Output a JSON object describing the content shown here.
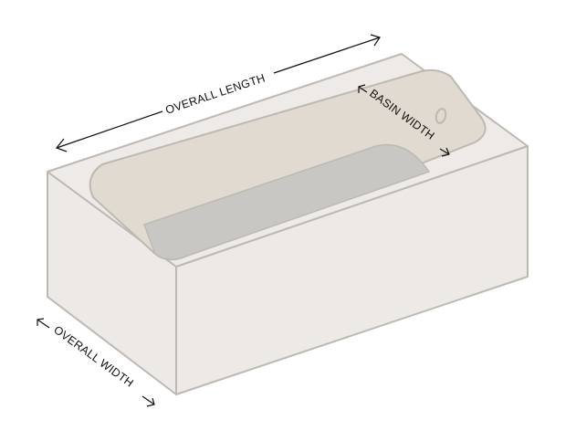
{
  "diagram": {
    "subject": "bathtub",
    "labels": {
      "overall_length": "OVERALL LENGTH",
      "basin_width": "BASIN WIDTH",
      "overall_width": "OVERALL WIDTH"
    },
    "colors": {
      "body": "#ece9e6",
      "outline": "#bdb9b2",
      "basin": "#e0dad1",
      "basin_floor": "#c9c7c3",
      "arrow": "#111111"
    }
  }
}
